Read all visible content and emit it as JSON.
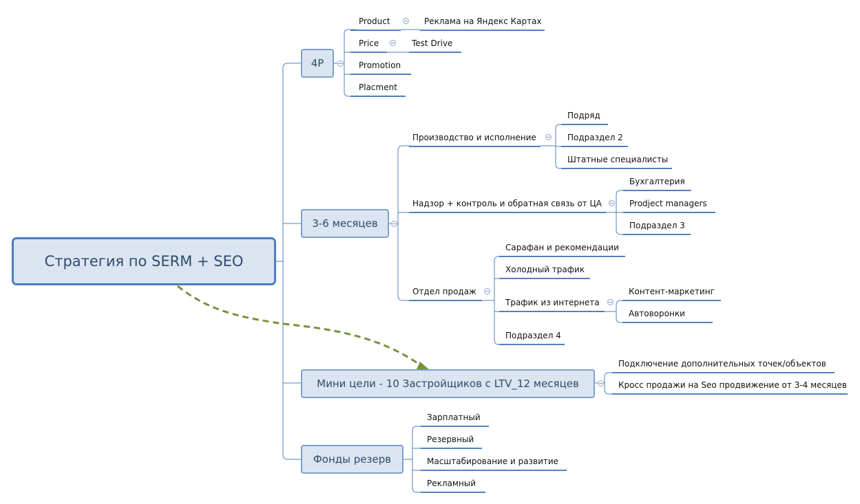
{
  "colors": {
    "line": "#4f81bd",
    "box_fill": "#dbe5f1",
    "box_border": "#7aa1cf",
    "root_border": "#4a7ebb",
    "relation_arrow": "#76923c"
  },
  "root": {
    "label": "Стратегия по SERM + SEO"
  },
  "topics": {
    "p4": {
      "label": "4P",
      "children": {
        "product": "Product",
        "product_child": "Реклама на Яндекс Картах",
        "price": "Price",
        "price_child": "Test Drive",
        "promotion": "Promotion",
        "placement": "Placment"
      }
    },
    "m36": {
      "label": "3-6 месяцев",
      "production": {
        "label": "Производство и исполнение",
        "children": [
          "Подряд",
          "Подраздел 2",
          "Штатные специалисты"
        ]
      },
      "supervision": {
        "label": "Надзор + контроль и обратная связь от ЦА",
        "children": [
          "Бухгалтерия",
          "Prodject managers",
          "Подраздел 3"
        ]
      },
      "sales": {
        "label": "Отдел продаж",
        "children": [
          "Сарафан и рекомендации",
          "Холодный трафик",
          "Трафик из интернета",
          "Подраздел 4"
        ],
        "internet_children": [
          "Контент-маркетинг",
          "Автоворонки"
        ]
      }
    },
    "mini": {
      "label": "Мини цели - 10 Застройщиков с LTV_12 месяцев",
      "children": [
        "Подключение дополнительных точек/объектов",
        "Кросс продажи на Seo продвижение от 3-4 месяцев"
      ]
    },
    "funds": {
      "label": "Фонды резерв",
      "children": [
        "Зарплатный",
        "Резервный",
        "Масштабирование и развитие",
        "Рекламный"
      ]
    }
  }
}
